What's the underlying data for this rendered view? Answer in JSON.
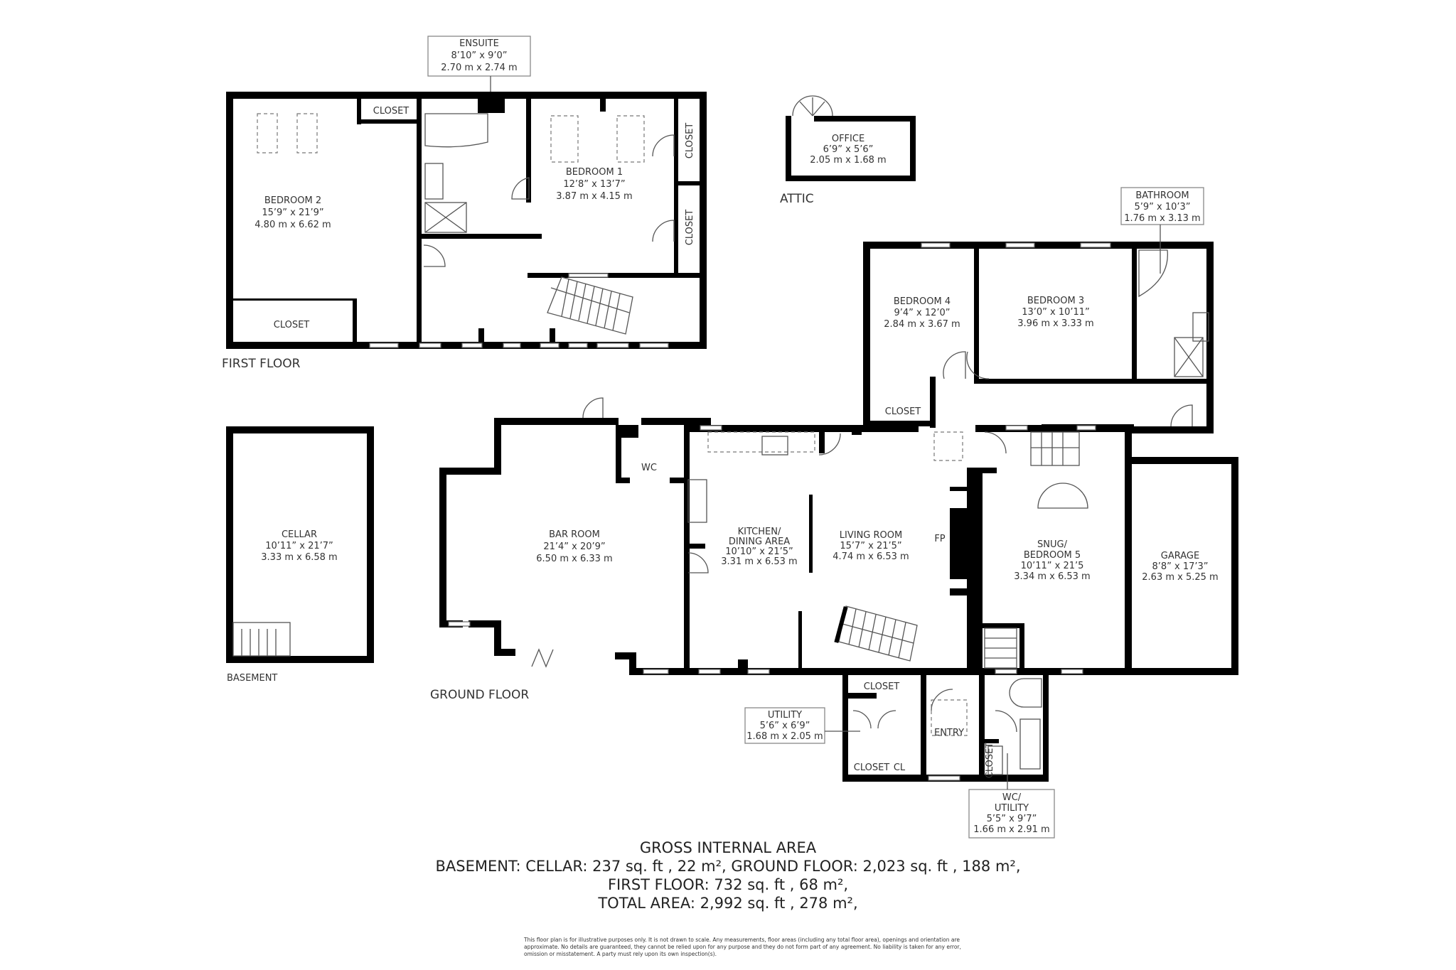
{
  "floors": {
    "first_floor": "FIRST FLOOR",
    "attic": "ATTIC",
    "basement": "BASEMENT",
    "ground_floor": "GROUND FLOOR"
  },
  "rooms": {
    "ensuite": {
      "name": "ENSUITE",
      "imperial": "8’10” x 9’0”",
      "metric": "2.70 m x 2.74 m"
    },
    "bedroom2": {
      "name": "BEDROOM 2",
      "imperial": "15’9” x 21’9”",
      "metric": "4.80 m x 6.62 m"
    },
    "bedroom1": {
      "name": "BEDROOM 1",
      "imperial": "12’8” x 13’7”",
      "metric": "3.87 m x 4.15 m"
    },
    "office": {
      "name": "OFFICE",
      "imperial": "6’9” x 5’6”",
      "metric": "2.05 m x 1.68 m"
    },
    "bathroom": {
      "name": "BATHROOM",
      "imperial": "5’9” x 10’3”",
      "metric": "1.76 m x 3.13 m"
    },
    "bedroom4": {
      "name": "BEDROOM 4",
      "imperial": "9’4” x 12’0”",
      "metric": "2.84 m x 3.67 m"
    },
    "bedroom3": {
      "name": "BEDROOM 3",
      "imperial": "13’0” x 10’11”",
      "metric": "3.96 m x 3.33 m"
    },
    "cellar": {
      "name": "CELLAR",
      "imperial": "10’11” x 21’7”",
      "metric": "3.33 m x 6.58 m"
    },
    "bar_room": {
      "name": "BAR ROOM",
      "imperial": "21’4” x 20’9”",
      "metric": "6.50 m x 6.33 m"
    },
    "wc": {
      "name": "WC"
    },
    "kitchen": {
      "name1": "KITCHEN/",
      "name2": "DINING AREA",
      "imperial": "10’10” x 21’5”",
      "metric": "3.31 m x 6.53 m"
    },
    "living_room": {
      "name": "LIVING ROOM",
      "imperial": "15’7” x 21’5”",
      "metric": "4.74 m x 6.53 m"
    },
    "fp": {
      "name": "FP"
    },
    "snug": {
      "name1": "SNUG/",
      "name2": "BEDROOM 5",
      "imperial": "10’11” x 21’5",
      "metric": "3.34 m x 6.53 m"
    },
    "garage": {
      "name": "GARAGE",
      "imperial": "8’8” x 17’3”",
      "metric": "2.63 m x 5.25 m"
    },
    "utility": {
      "name": "UTILITY",
      "imperial": "5’6” x 6’9”",
      "metric": "1.68 m x 2.05 m"
    },
    "entry": {
      "name": "ENTRY"
    },
    "wc_utility": {
      "name1": "WC/",
      "name2": "UTILITY",
      "imperial": "5’5” x 9’7”",
      "metric": "1.66 m x 2.91 m"
    },
    "closet": "CLOSET",
    "cl": "CL"
  },
  "area": {
    "title": "GROSS INTERNAL AREA",
    "line1": "BASEMENT: CELLAR: 237 sq. ft , 22 m², GROUND FLOOR: 2,023 sq. ft , 188 m²,",
    "line2": "FIRST FLOOR: 732 sq. ft , 68 m²,",
    "line3": "TOTAL AREA: 2,992 sq. ft , 278 m²,"
  },
  "disclaimer": "This floor plan is for illustrative purposes only. It is not drawn to scale. Any measurements, floor areas (including any total floor area), openings and orientation are approximate. No details are guaranteed, they cannot be relied upon for any purpose and they do not form part of any agreement. No liability is taken for any error, omission or misstatement. A party must rely upon its own inspection(s)."
}
